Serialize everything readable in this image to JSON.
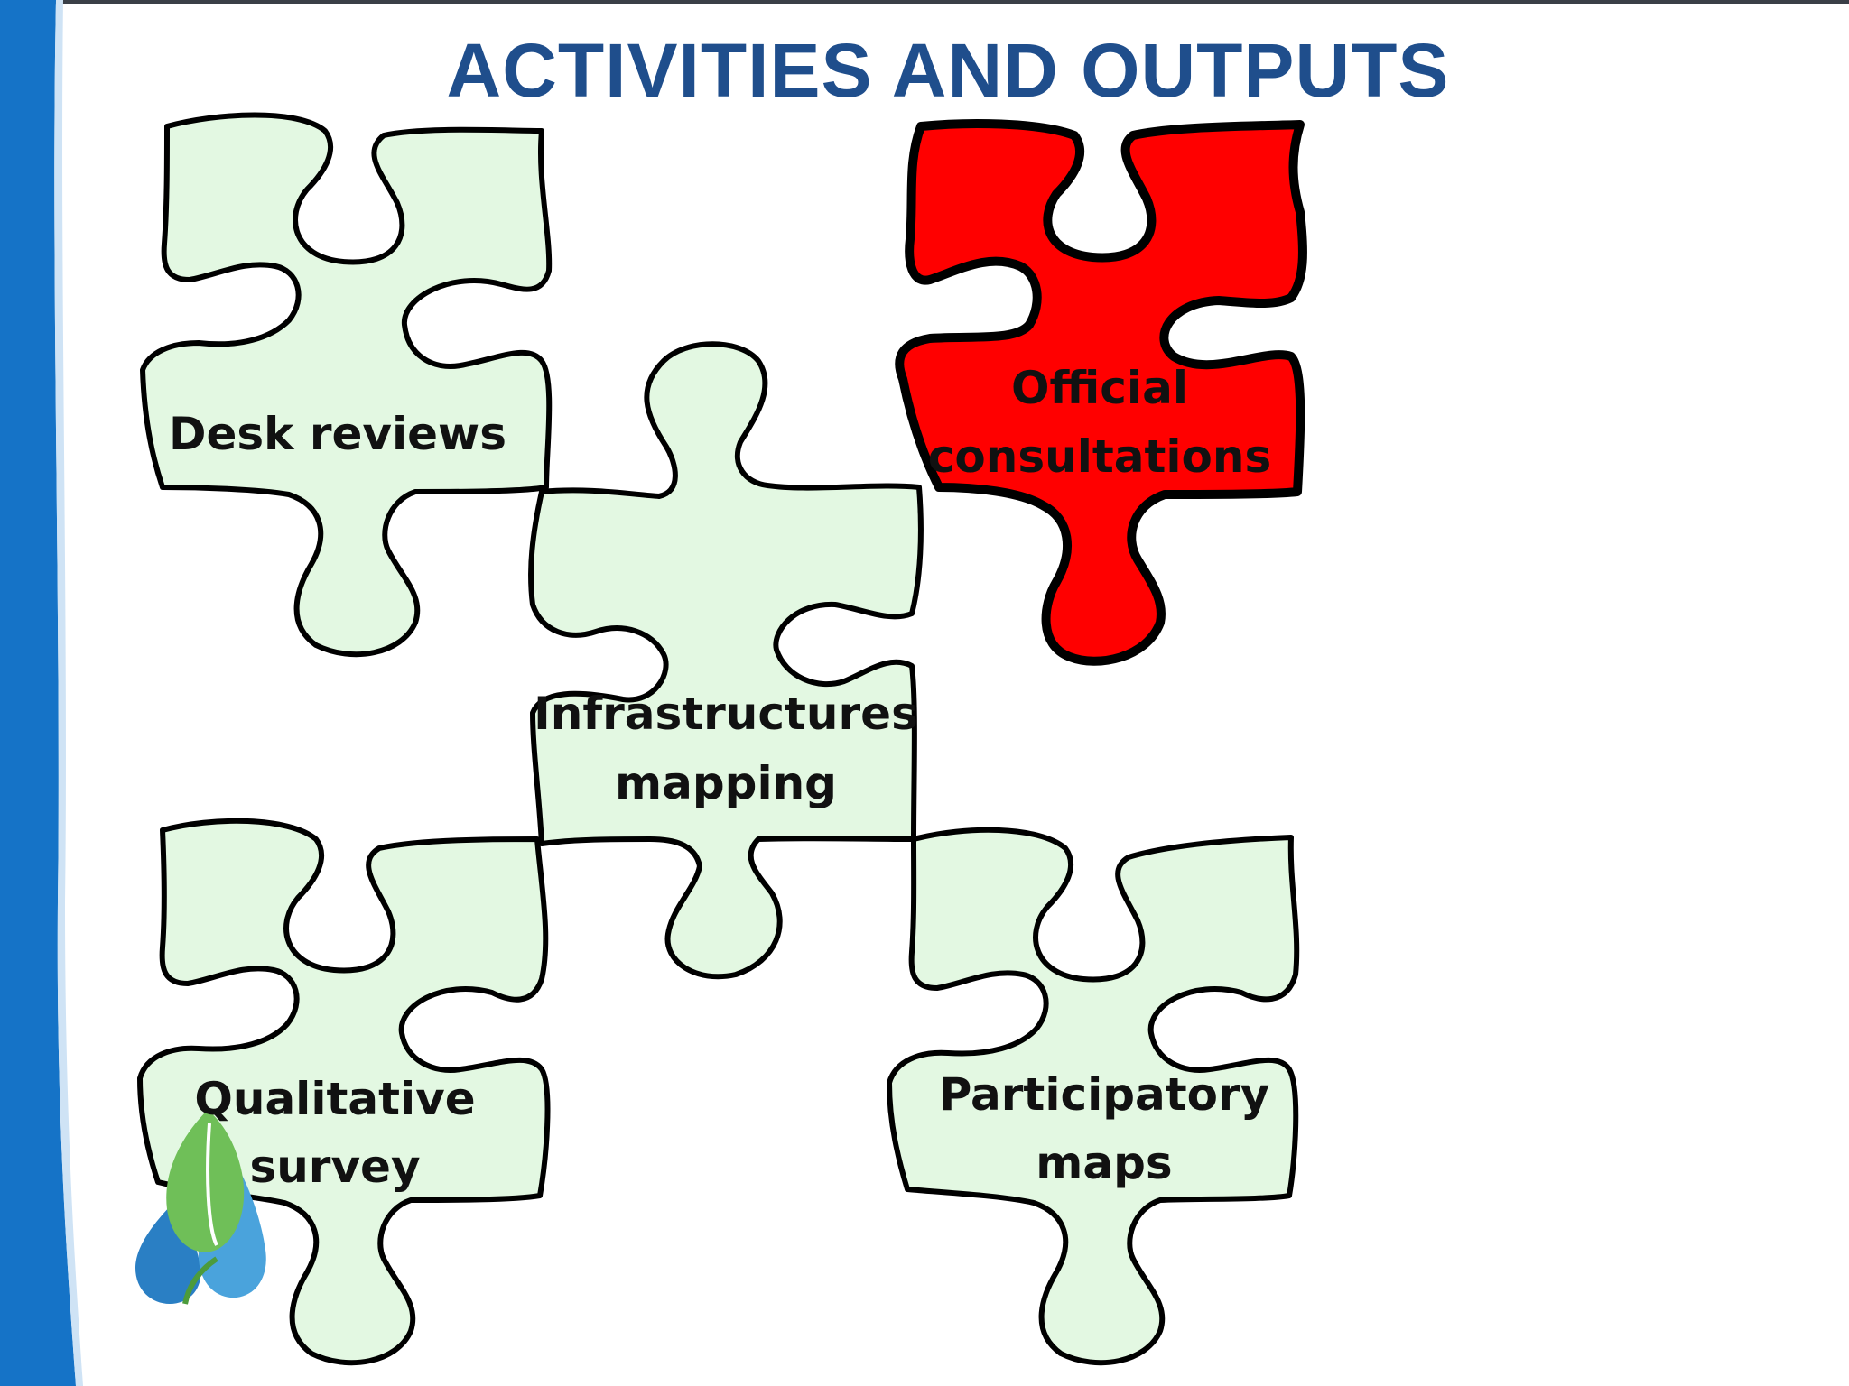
{
  "slide": {
    "title": "ACTIVITIES AND OUTPUTS"
  },
  "colors": {
    "title": "#1f4e8c",
    "side_band": "#1573c7",
    "piece_fill": "#e3f8e2",
    "highlight_fill": "#ff0000",
    "outline": "#000000"
  },
  "pieces": [
    {
      "id": "desk-reviews",
      "lines": [
        "Desk reviews"
      ],
      "highlighted": false
    },
    {
      "id": "official-consultations",
      "lines": [
        "Official",
        "consultations"
      ],
      "highlighted": true
    },
    {
      "id": "infrastructures-mapping",
      "lines": [
        "Infrastructures",
        "mapping"
      ],
      "highlighted": false
    },
    {
      "id": "qualitative-survey",
      "lines": [
        "Qualitative",
        "survey"
      ],
      "highlighted": false
    },
    {
      "id": "participatory-maps",
      "lines": [
        "Participatory",
        "maps"
      ],
      "highlighted": false
    }
  ],
  "logo": {
    "icon": "water-drop-leaf-logo"
  }
}
